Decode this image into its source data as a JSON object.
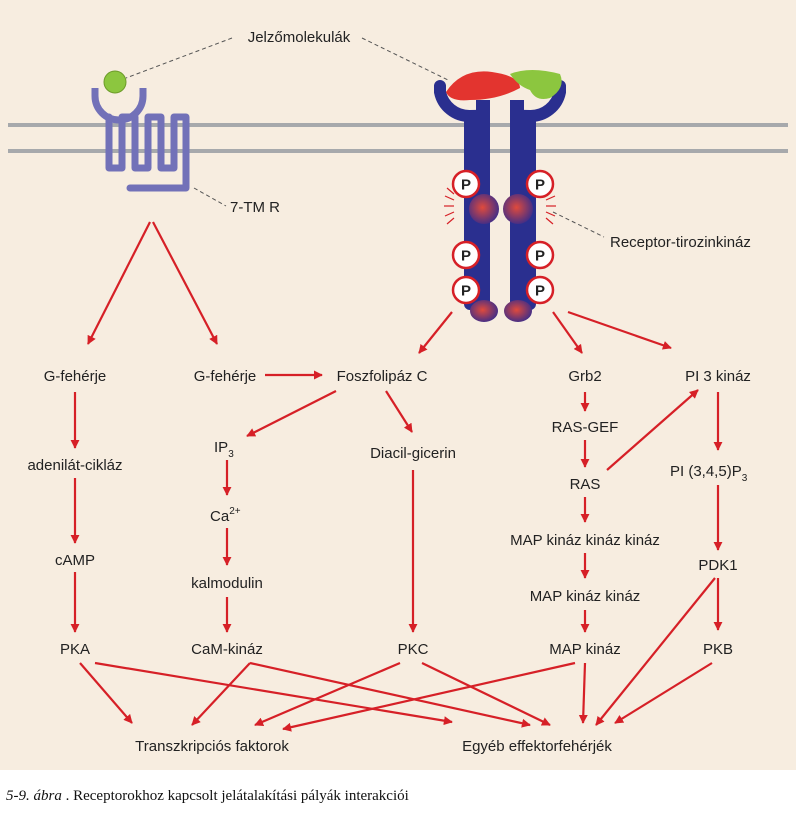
{
  "labels": {
    "signal_molecules": "Jelzőmolekulák",
    "seven_tm_r": "7-TM R",
    "receptor_tyrosine_kinase": "Receptor-tirozinkináz",
    "g_protein_left": "G-fehérje",
    "g_protein_right": "G-fehérje",
    "phospholipase_c": "Foszfolipáz C",
    "adenylate_cyclase": "adenilát-cikláz",
    "camp": "cAMP",
    "pka": "PKA",
    "ip3_base": "IP",
    "ip3_sub": "3",
    "ca_base": "Ca",
    "ca_sup": "2+",
    "calmodulin": "kalmodulin",
    "cam_kinase": "CaM-kináz",
    "diacylglycerol": "Diacil-gicerin",
    "pkc": "PKC",
    "grb2": "Grb2",
    "ras_gef": "RAS-GEF",
    "ras": "RAS",
    "mapkkk": "MAP kináz kináz kináz",
    "mapkk": "MAP kináz kináz",
    "mapk": "MAP kináz",
    "pi3k": "PI 3 kináz",
    "pip3_base": "PI (3,4,5)P",
    "pip3_sub": "3",
    "pdk1": "PDK1",
    "pkb": "PKB",
    "transcription_factors": "Transzkripciós faktorok",
    "other_effectors": "Egyéb effektorfehérjék"
  },
  "phospho_label": "P",
  "caption": {
    "number": "5-9. ábra",
    "text": " . Receptorokhoz kapcsolt jelátalakítási pályák interakciói"
  },
  "colors": {
    "background": "#f7ede0",
    "arrow": "#d62027",
    "receptor_blue": "#2a2f8f",
    "gpcr_purple": "#7271b8",
    "membrane_gray": "#a7a9ac",
    "ligand_green": "#8cc63f",
    "ligand_red": "#e3342f"
  }
}
